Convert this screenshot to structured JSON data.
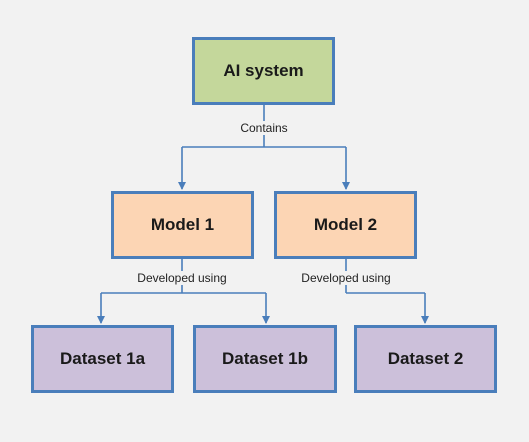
{
  "nodes": {
    "ai_system": {
      "label": "AI system",
      "fill": "#c4d79b"
    },
    "model_1": {
      "label": "Model 1",
      "fill": "#fcd5b4"
    },
    "model_2": {
      "label": "Model 2",
      "fill": "#fcd5b4"
    },
    "dataset_1a": {
      "label": "Dataset 1a",
      "fill": "#ccc0da"
    },
    "dataset_1b": {
      "label": "Dataset 1b",
      "fill": "#ccc0da"
    },
    "dataset_2": {
      "label": "Dataset 2",
      "fill": "#ccc0da"
    }
  },
  "edges": {
    "contains": "Contains",
    "developed_using_1": "Developed using",
    "developed_using_2": "Developed using"
  },
  "colors": {
    "border": "#4a7ebb",
    "connector": "#4a7ebb",
    "background": "#f2f2f2"
  }
}
